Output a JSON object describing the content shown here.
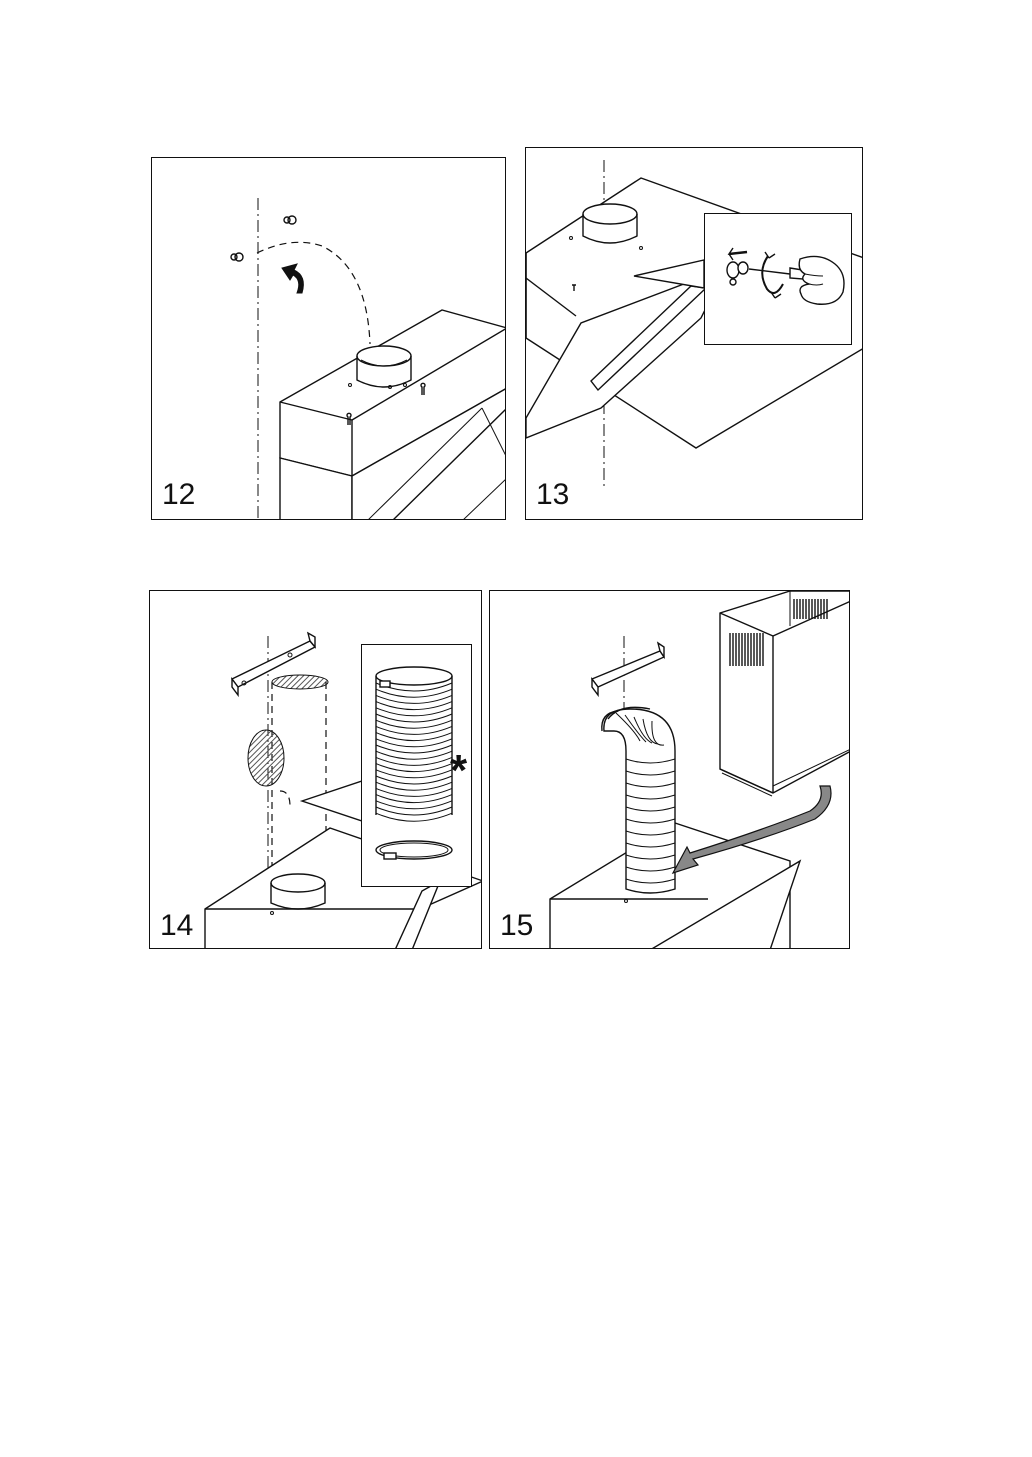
{
  "steps": [
    {
      "number": "12"
    },
    {
      "number": "13"
    },
    {
      "number": "14"
    },
    {
      "number": "15"
    }
  ],
  "annotations": {
    "optional_marker": "*"
  },
  "colors": {
    "line": "#111111",
    "hatch": "#555555",
    "arrow_fill": "#888888"
  }
}
